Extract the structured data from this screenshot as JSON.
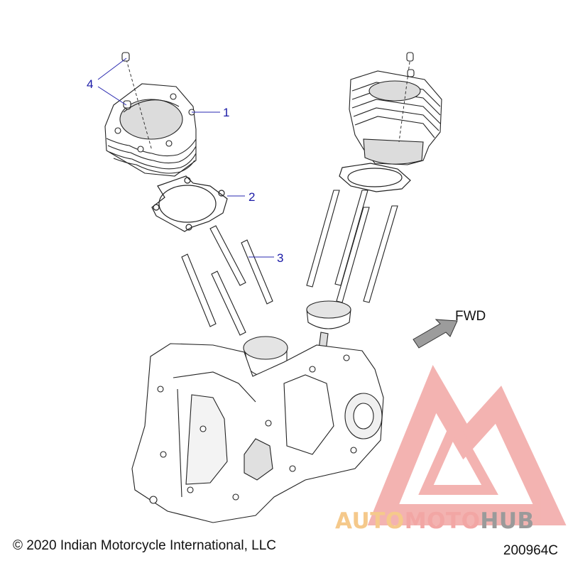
{
  "diagram": {
    "callouts": [
      {
        "number": "1",
        "part": "cylinder"
      },
      {
        "number": "2",
        "part": "cylinder-gasket"
      },
      {
        "number": "3",
        "part": "stud"
      },
      {
        "number": "4",
        "part": "dowel-pin"
      }
    ],
    "direction_label": "FWD"
  },
  "footer": {
    "copyright": "© 2020 Indian Motorcycle International, LLC",
    "diagram_code": "200964C"
  },
  "watermark": {
    "brand_part1": "AUTO",
    "brand_part2": "MOTO",
    "brand_part3": "HUB",
    "colors": {
      "auto": "#f5c98b",
      "moto": "#f2a6a4",
      "hub": "#9a9a9a",
      "logo": "#f2a6a4"
    }
  }
}
